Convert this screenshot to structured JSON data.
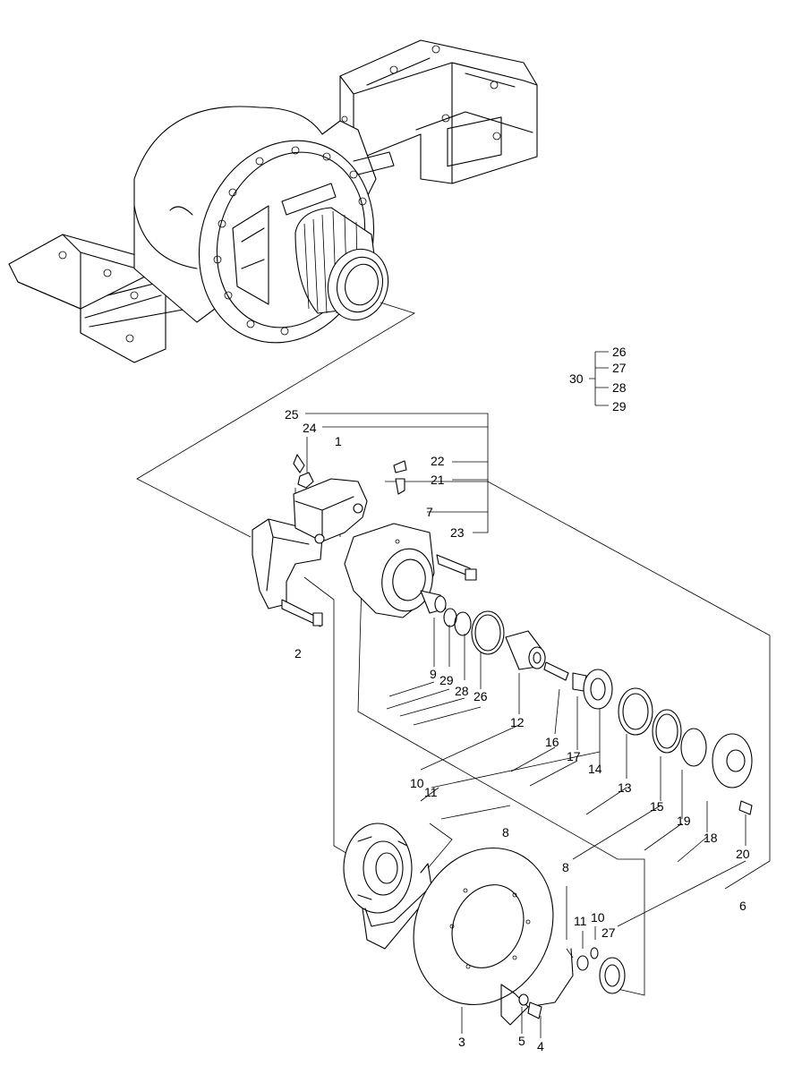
{
  "callouts": [
    {
      "id": "c1",
      "text": "1"
    },
    {
      "id": "c2",
      "text": "2"
    },
    {
      "id": "c3",
      "text": "3"
    },
    {
      "id": "c4",
      "text": "4"
    },
    {
      "id": "c5",
      "text": "5"
    },
    {
      "id": "c6",
      "text": "6"
    },
    {
      "id": "c7",
      "text": "7"
    },
    {
      "id": "c8a",
      "text": "8"
    },
    {
      "id": "c8b",
      "text": "8"
    },
    {
      "id": "c9",
      "text": "9"
    },
    {
      "id": "c10a",
      "text": "10"
    },
    {
      "id": "c10b",
      "text": "10"
    },
    {
      "id": "c11a",
      "text": "11"
    },
    {
      "id": "c11b",
      "text": "11"
    },
    {
      "id": "c12",
      "text": "12"
    },
    {
      "id": "c13",
      "text": "13"
    },
    {
      "id": "c14",
      "text": "14"
    },
    {
      "id": "c15",
      "text": "15"
    },
    {
      "id": "c16",
      "text": "16"
    },
    {
      "id": "c17",
      "text": "17"
    },
    {
      "id": "c18",
      "text": "18"
    },
    {
      "id": "c19",
      "text": "19"
    },
    {
      "id": "c20",
      "text": "20"
    },
    {
      "id": "c21",
      "text": "21"
    },
    {
      "id": "c22",
      "text": "22"
    },
    {
      "id": "c23",
      "text": "23"
    },
    {
      "id": "c24",
      "text": "24"
    },
    {
      "id": "c25",
      "text": "25"
    },
    {
      "id": "c26a",
      "text": "26"
    },
    {
      "id": "c27a",
      "text": "27"
    },
    {
      "id": "c28a",
      "text": "28"
    },
    {
      "id": "c29a",
      "text": "29"
    },
    {
      "id": "c30",
      "text": "30"
    },
    {
      "id": "c26b",
      "text": "26"
    },
    {
      "id": "c27b",
      "text": "27"
    },
    {
      "id": "c28b",
      "text": "28"
    },
    {
      "id": "c29b",
      "text": "29"
    }
  ]
}
